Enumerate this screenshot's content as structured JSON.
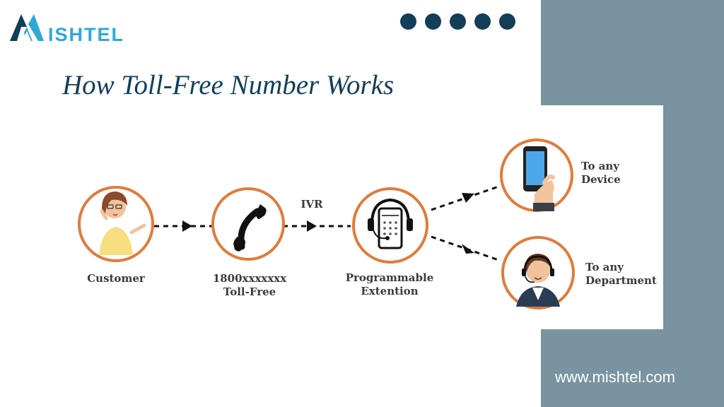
{
  "brand": {
    "name": "ISHTEL"
  },
  "title": "How Toll-Free Number Works",
  "diagram": {
    "nodes": {
      "customer": {
        "label": "Customer"
      },
      "toll_free": {
        "label_line1": "1800xxxxxxx",
        "label_line2": "Toll-Free"
      },
      "extension": {
        "label_line1": "Programmable",
        "label_line2": "Extention"
      },
      "device": {
        "label_line1": "To any",
        "label_line2": "Device"
      },
      "department": {
        "label_line1": "To any",
        "label_line2": "Department"
      }
    },
    "edge_labels": {
      "ivr": "IVR"
    }
  },
  "footer": {
    "website": "www.mishtel.com"
  },
  "colors": {
    "accent": "#e07b3c",
    "navy": "#123e57",
    "panel": "#7994a0",
    "brand": "#2fa8d8"
  },
  "dots_count": 5
}
